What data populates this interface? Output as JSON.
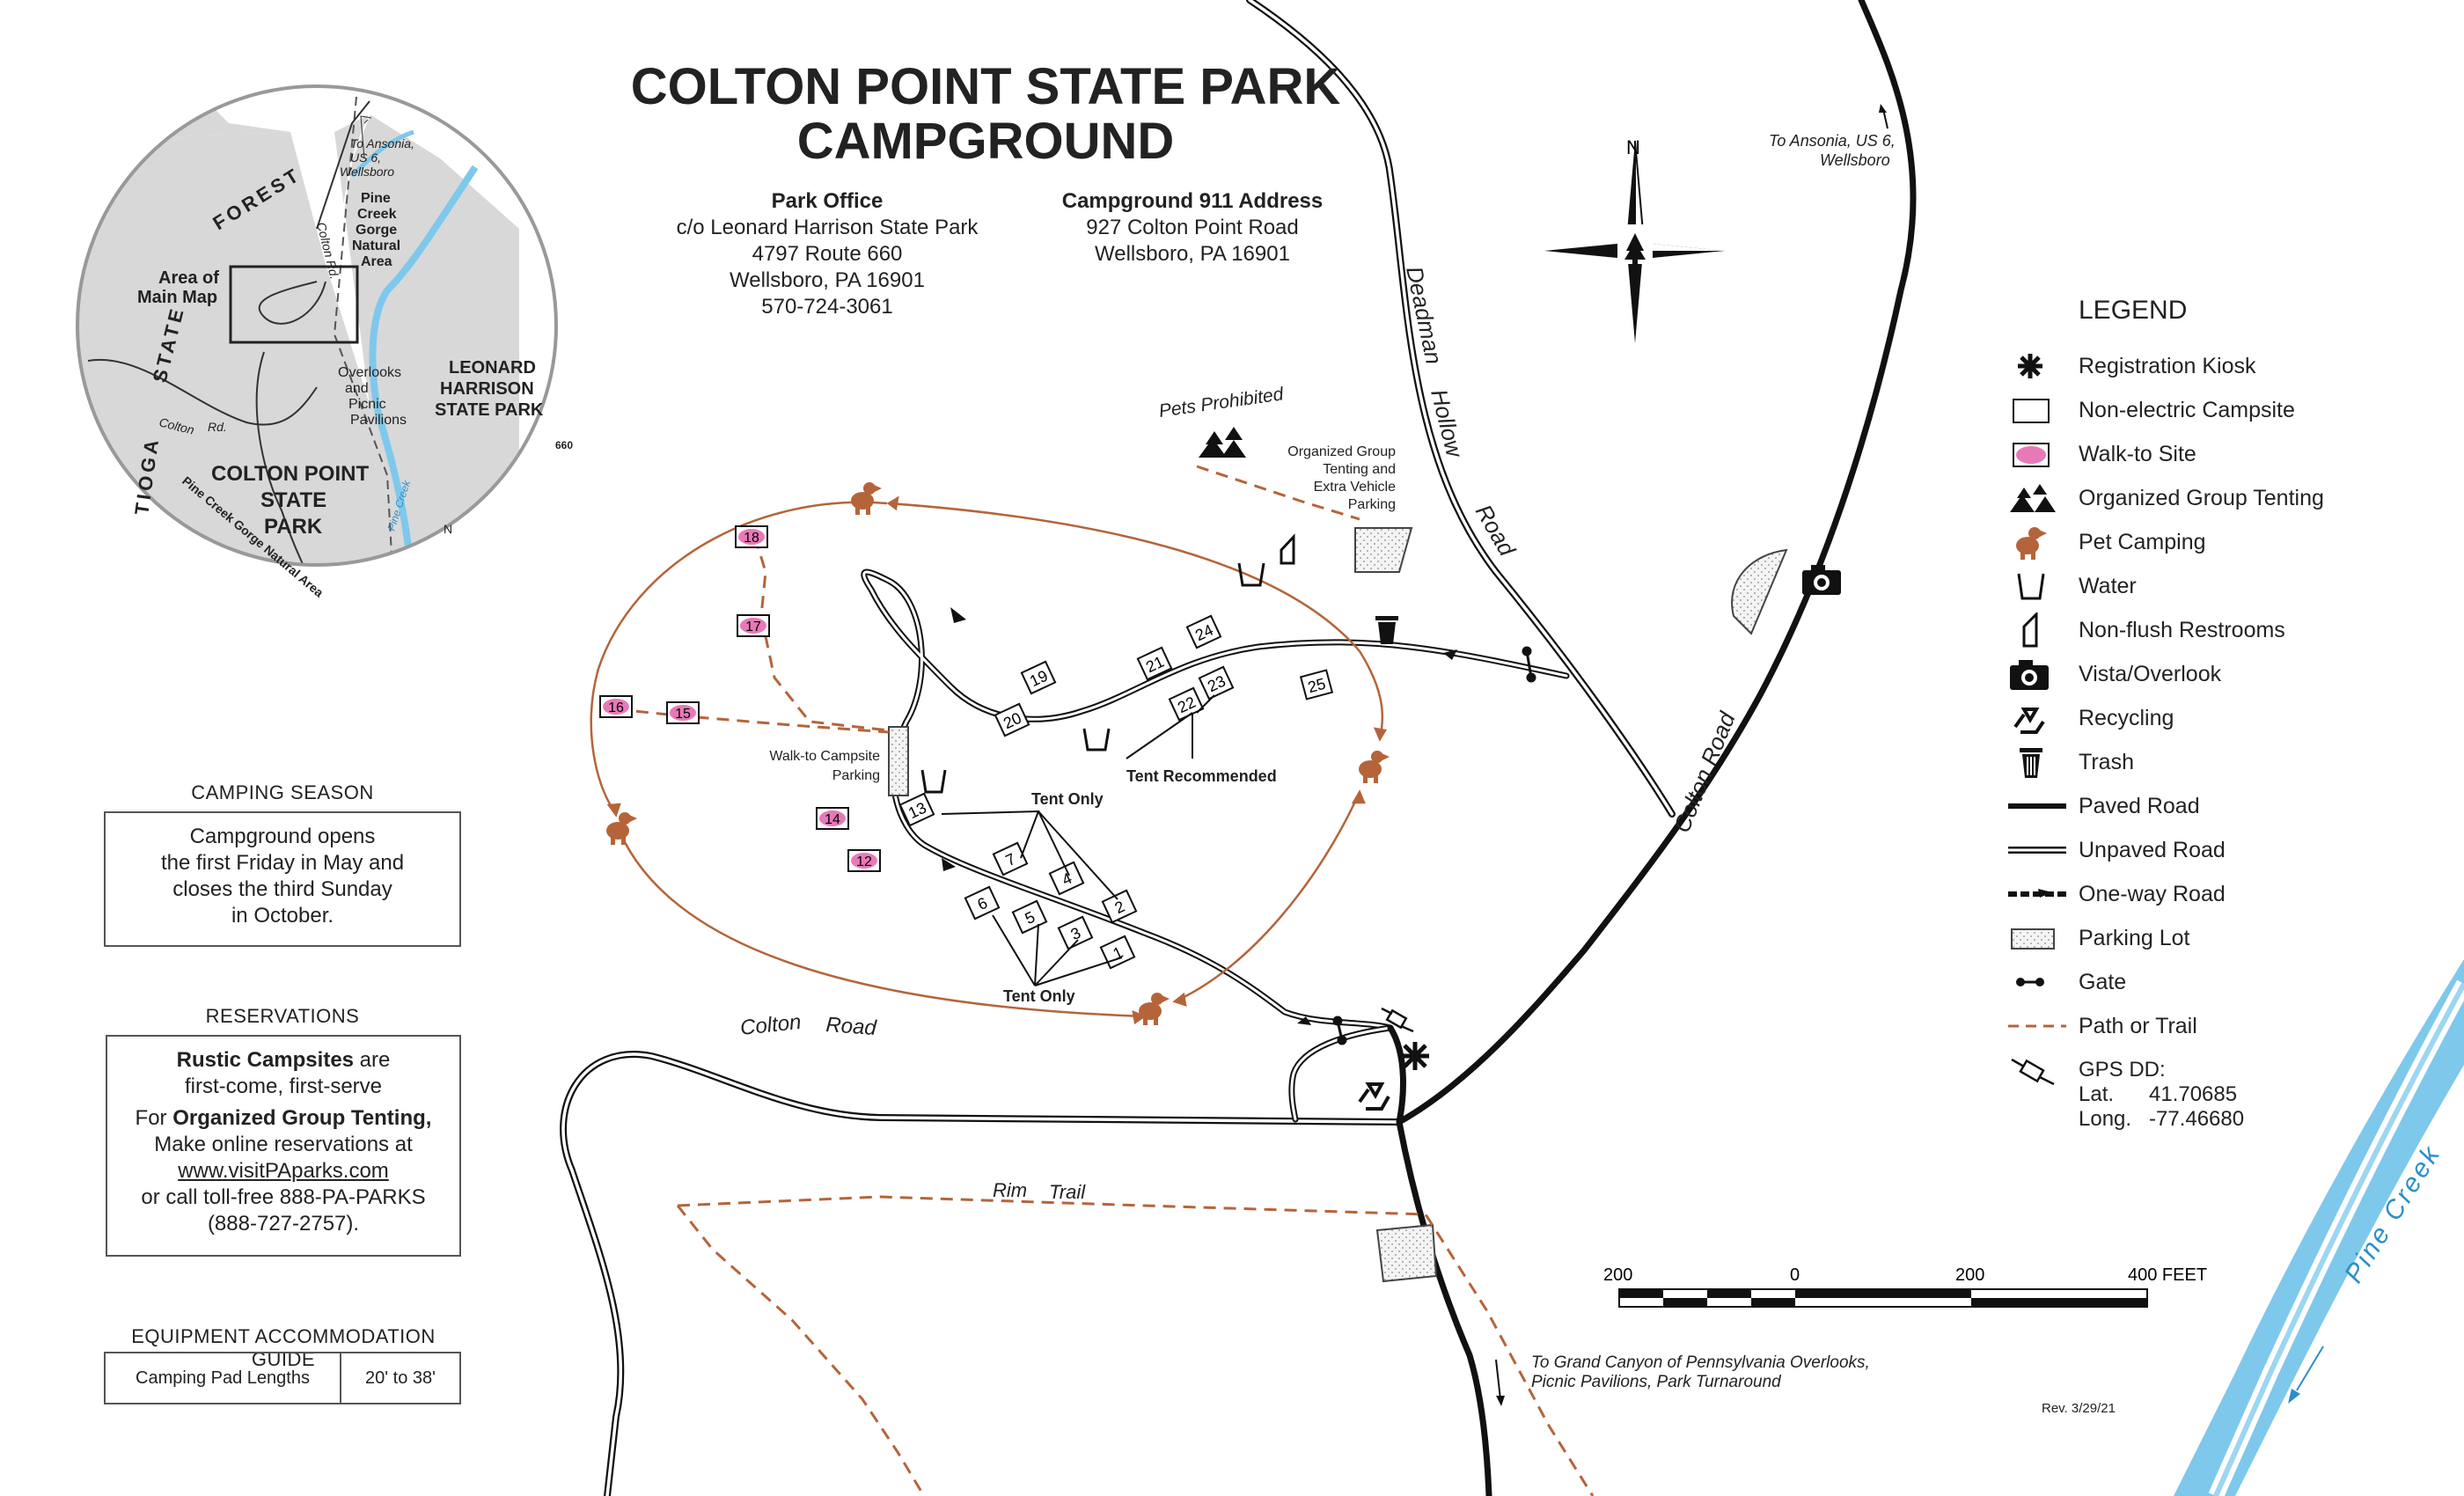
{
  "title_line1": "COLTON POINT STATE PARK",
  "title_line2": "CAMPGROUND",
  "park_office": {
    "heading": "Park Office",
    "line1": "c/o Leonard Harrison State Park",
    "line2": "4797 Route 660",
    "line3": "Wellsboro, PA 16901",
    "line4": "570-724-3061"
  },
  "address_911": {
    "heading": "Campground 911 Address",
    "line1": "927 Colton Point Road",
    "line2": "Wellsboro, PA 16901"
  },
  "camping_season": {
    "title": "CAMPING SEASON",
    "l1": "Campground opens",
    "l2": "the first Friday in May and",
    "l3": "closes the third Sunday",
    "l4": "in October."
  },
  "reservations": {
    "title": "RESERVATIONS",
    "rustic_bold": "Rustic Campsites",
    "rustic_rest": " are",
    "l2": "first-come, first-serve",
    "for_text": "For ",
    "group_bold": "Organized Group Tenting,",
    "l4": "Make online reservations at",
    "url": "www.visitPAparks.com",
    "l6": "or call toll-free 888-PA-PARKS",
    "l7": "(888-727-2757)."
  },
  "equipment": {
    "title": "EQUIPMENT ACCOMMODATION GUIDE",
    "label": "Camping Pad Lengths",
    "value": "20' to 38'"
  },
  "legend": {
    "title": "LEGEND",
    "items": [
      {
        "label": "Registration Kiosk",
        "icon": "registration-kiosk-icon"
      },
      {
        "label": "Non-electric Campsite",
        "icon": "campsite-icon"
      },
      {
        "label": "Walk-to Site",
        "icon": "walk-to-site-icon"
      },
      {
        "label": "Organized Group Tenting",
        "icon": "group-tenting-icon"
      },
      {
        "label": "Pet Camping",
        "icon": "pet-camping-icon"
      },
      {
        "label": "Water",
        "icon": "water-icon"
      },
      {
        "label": "Non-flush Restrooms",
        "icon": "restroom-icon"
      },
      {
        "label": "Vista/Overlook",
        "icon": "camera-icon"
      },
      {
        "label": "Recycling",
        "icon": "recycling-icon"
      },
      {
        "label": "Trash",
        "icon": "trash-icon"
      },
      {
        "label": "Paved Road",
        "icon": "paved-road-icon"
      },
      {
        "label": "Unpaved Road",
        "icon": "unpaved-road-icon"
      },
      {
        "label": "One-way Road",
        "icon": "one-way-road-icon"
      },
      {
        "label": "Parking Lot",
        "icon": "parking-lot-icon"
      },
      {
        "label": "Gate",
        "icon": "gate-icon"
      },
      {
        "label": "Path or Trail",
        "icon": "trail-icon"
      }
    ],
    "gps_label": "GPS DD:",
    "lat_label": "Lat.",
    "lat_value": "41.70685",
    "long_label": "Long.",
    "long_value": "-77.46680"
  },
  "map_labels": {
    "north": "N",
    "deadman": "Deadman",
    "hollow": "Hollow",
    "road": "Road",
    "colton_road_right": "Colton Road",
    "colton": "Colton",
    "road2": "Road",
    "rim": "Rim",
    "trail": "Trail",
    "pine_creek": "Pine Creek",
    "to_ansonia_1": "To Ansonia, US 6,",
    "to_ansonia_2": "Wellsboro",
    "to_canyon_1": "To Grand Canyon of Pennsylvania Overlooks,",
    "to_canyon_2": "Picnic Pavilions, Park Turnaround",
    "pets_prohibited": "Pets Prohibited",
    "group_1": "Organized Group",
    "group_2": "Tenting and",
    "group_3": "Extra Vehicle",
    "group_4": "Parking",
    "walkto_parking_1": "Walk-to Campsite",
    "walkto_parking_2": "Parking",
    "tent_recommended": "Tent Recommended",
    "tent_only_1": "Tent Only",
    "tent_only_2": "Tent Only",
    "rev": "Rev. 3/29/21"
  },
  "campsites": [
    "1",
    "2",
    "3",
    "4",
    "5",
    "6",
    "7",
    "13",
    "19",
    "20",
    "21",
    "22",
    "23",
    "24",
    "25"
  ],
  "walkto_sites": [
    "12",
    "14",
    "15",
    "16",
    "17",
    "18"
  ],
  "scale": {
    "t0": "200",
    "t1": "0",
    "t2": "200",
    "t3": "400 FEET"
  },
  "inset": {
    "forest": "FOREST",
    "state": "STATE",
    "tioga": "TIOGA",
    "to_ansonia_1": "To Ansonia,",
    "to_ansonia_2": "US 6,",
    "to_ansonia_3": "Wellsboro",
    "pine_1": "Pine",
    "pine_2": "Creek",
    "pine_3": "Gorge",
    "pine_4": "Natural",
    "pine_5": "Area",
    "area_1": "Area of",
    "area_2": "Main Map",
    "overlooks_1": "Overlooks",
    "overlooks_2": "and",
    "overlooks_3": "Picnic",
    "overlooks_4": "Pavilions",
    "leonard_1": "LEONARD",
    "leonard_2": "HARRISON",
    "leonard_3": "STATE PARK",
    "colton_1": "COLTON POINT",
    "colton_2": "STATE",
    "colton_3": "PARK",
    "route": "660",
    "colton_rd_1": "Colton Rd.",
    "colton_rd_2": "Colton",
    "rd": "Rd.",
    "pine_creek": "Pine Creek",
    "gorge_area": "Pine Creek Gorge Natural Area",
    "north": "N"
  },
  "colors": {
    "trail": "#b5643a",
    "pink": "#e879b8",
    "water": "#7ec8ec",
    "gray": "#d6d6d6"
  }
}
